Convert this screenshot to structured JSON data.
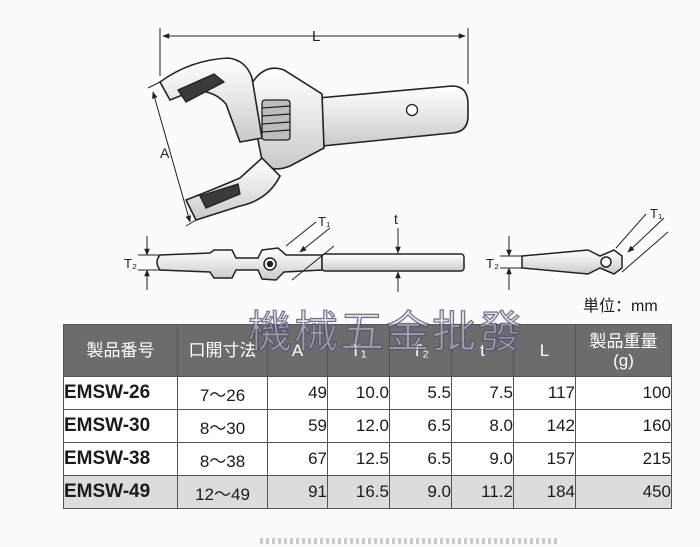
{
  "diagram": {
    "dim_L": "L",
    "dim_A": "A",
    "dim_T1_side": "T₁",
    "dim_t": "t",
    "dim_T2_side": "T₂",
    "dim_T1_front": "T₁",
    "dim_T2_front": "T₂"
  },
  "watermark": "機械五金批發",
  "unit_label": "単位：mm",
  "table": {
    "headers": [
      "製品番号",
      "口開寸法",
      "A",
      "T₁",
      "T₂",
      "t",
      "L",
      "製品重量\n(g)"
    ],
    "rows": [
      {
        "model": "EMSW-26",
        "opening": "7～26",
        "A": "49",
        "T1": "10.0",
        "T2": "5.5",
        "t": "7.5",
        "L": "117",
        "weight": "100"
      },
      {
        "model": "EMSW-30",
        "opening": "8～30",
        "A": "59",
        "T1": "12.0",
        "T2": "6.5",
        "t": "8.0",
        "L": "142",
        "weight": "160"
      },
      {
        "model": "EMSW-38",
        "opening": "8～38",
        "A": "67",
        "T1": "12.5",
        "T2": "6.5",
        "t": "9.0",
        "L": "157",
        "weight": "215"
      },
      {
        "model": "EMSW-49",
        "opening": "12～49",
        "A": "91",
        "T1": "16.5",
        "T2": "9.0",
        "t": "11.2",
        "L": "184",
        "weight": "450"
      }
    ]
  }
}
